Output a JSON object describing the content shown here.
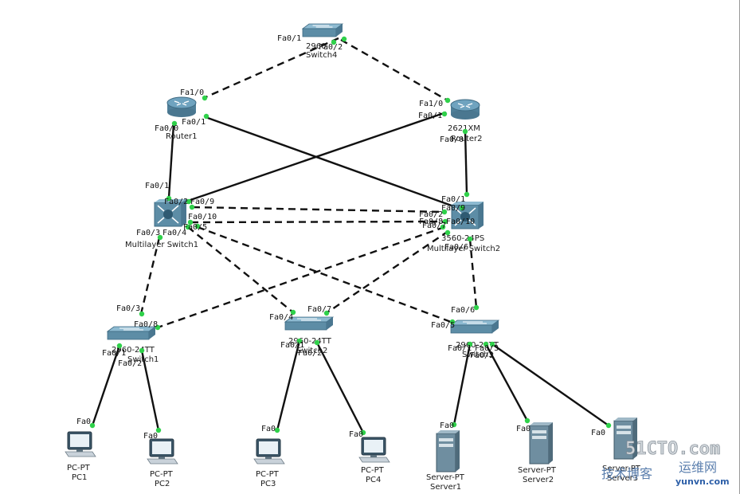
{
  "colors": {
    "cable": "#111111",
    "port_dot": "#2fd14a",
    "router_body": "#6fa3bf",
    "switch_body": "#5d8da6",
    "pc_body": "#c9d2da",
    "server_body": "#6f8ea0"
  },
  "devices": [
    {
      "id": "switch4",
      "kind": "switch",
      "name_lines": [
        "2960",
        "Switch4"
      ]
    },
    {
      "id": "router1",
      "kind": "router",
      "name_lines": [
        "Router1"
      ]
    },
    {
      "id": "router2",
      "kind": "router",
      "name_lines": [
        "2621XM",
        "Router2"
      ]
    },
    {
      "id": "mls1",
      "kind": "mlswitch",
      "name_lines": [
        "Multilayer Switch1"
      ]
    },
    {
      "id": "mls2",
      "kind": "mlswitch",
      "name_lines": [
        "3560-24PS",
        "Multilayer Switch2"
      ]
    },
    {
      "id": "sw1",
      "kind": "switch",
      "name_lines": [
        "2960-24TT",
        "Switch1"
      ]
    },
    {
      "id": "sw2",
      "kind": "switch",
      "name_lines": [
        "2960-24TT",
        "Switch2"
      ]
    },
    {
      "id": "sw3",
      "kind": "switch",
      "name_lines": [
        "2960-24TT",
        "Switch3"
      ]
    },
    {
      "id": "pc1",
      "kind": "pc",
      "name_lines": [
        "PC-PT",
        "PC1"
      ]
    },
    {
      "id": "pc2",
      "kind": "pc",
      "name_lines": [
        "PC-PT",
        "PC2"
      ]
    },
    {
      "id": "pc3",
      "kind": "pc",
      "name_lines": [
        "PC-PT",
        "PC3"
      ]
    },
    {
      "id": "pc4",
      "kind": "pc",
      "name_lines": [
        "PC-PT",
        "PC4"
      ]
    },
    {
      "id": "server1",
      "kind": "server",
      "name_lines": [
        "Server-PT",
        "Server1"
      ]
    },
    {
      "id": "server2",
      "kind": "server",
      "name_lines": [
        "Server-PT",
        "Server2"
      ]
    },
    {
      "id": "server3",
      "kind": "server",
      "name_lines": [
        "Server-PT",
        "Server3"
      ]
    }
  ],
  "links": [
    {
      "a": "switch4",
      "a_port": "Fa0/1",
      "b": "router1",
      "b_port": "Fa1/0",
      "style": "dashed"
    },
    {
      "a": "switch4",
      "a_port": "Fa0/2",
      "b": "router2",
      "b_port": "Fa1/0",
      "style": "dashed"
    },
    {
      "a": "router1",
      "a_port": "Fa0/0",
      "b": "mls1",
      "b_port": "Fa0/1",
      "style": "solid"
    },
    {
      "a": "router1",
      "a_port": "Fa0/1",
      "b": "mls2",
      "b_port": "Fa0/9",
      "style": "solid"
    },
    {
      "a": "router2",
      "a_port": "Fa0/1",
      "b": "mls1",
      "b_port": "Fa0/9",
      "style": "solid"
    },
    {
      "a": "router2",
      "a_port": "Fa0/0",
      "b": "mls2",
      "b_port": "Fa0/1",
      "style": "solid"
    },
    {
      "a": "mls1",
      "a_port": "Fa0/2",
      "b": "mls2",
      "b_port": "Fa0/2",
      "style": "dashed"
    },
    {
      "a": "mls1",
      "a_port": "Fa0/10",
      "b": "mls2",
      "b_port": "Fa0/10",
      "style": "dashed"
    },
    {
      "a": "mls1",
      "a_port": "Fa0/3",
      "b": "sw1",
      "b_port": "Fa0/3",
      "style": "dashed"
    },
    {
      "a": "mls1",
      "a_port": "Fa0/4",
      "b": "sw2",
      "b_port": "Fa0/4",
      "style": "dashed"
    },
    {
      "a": "mls1",
      "a_port": "Fa0/5",
      "b": "sw3",
      "b_port": "Fa0/5",
      "style": "dashed"
    },
    {
      "a": "mls2",
      "a_port": "Fa0/8",
      "b": "sw1",
      "b_port": "Fa0/8",
      "style": "dashed"
    },
    {
      "a": "mls2",
      "a_port": "Fa0/7",
      "b": "sw2",
      "b_port": "Fa0/7",
      "style": "dashed"
    },
    {
      "a": "mls2",
      "a_port": "Fa0/6",
      "b": "sw3",
      "b_port": "Fa0/6",
      "style": "dashed"
    },
    {
      "a": "sw1",
      "a_port": "Fa0/1",
      "b": "pc1",
      "b_port": "Fa0",
      "style": "solid"
    },
    {
      "a": "sw1",
      "a_port": "Fa0/2",
      "b": "pc2",
      "b_port": "Fa0",
      "style": "solid"
    },
    {
      "a": "sw2",
      "a_port": "Fa0/1",
      "b": "pc3",
      "b_port": "Fa0",
      "style": "solid"
    },
    {
      "a": "sw2",
      "a_port": "Fa0/2",
      "b": "pc4",
      "b_port": "Fa0",
      "style": "solid"
    },
    {
      "a": "sw3",
      "a_port": "Fa0/1",
      "b": "server1",
      "b_port": "Fa0",
      "style": "solid"
    },
    {
      "a": "sw3",
      "a_port": "Fa0/2",
      "b": "server2",
      "b_port": "Fa0",
      "style": "solid"
    },
    {
      "a": "sw3",
      "a_port": "Fa0/3",
      "b": "server3",
      "b_port": "Fa0",
      "style": "solid"
    }
  ],
  "watermark": {
    "line1": "51CTO.com",
    "line2": "技术博客",
    "line3": "运维网",
    "line4": "yunvn.com"
  }
}
